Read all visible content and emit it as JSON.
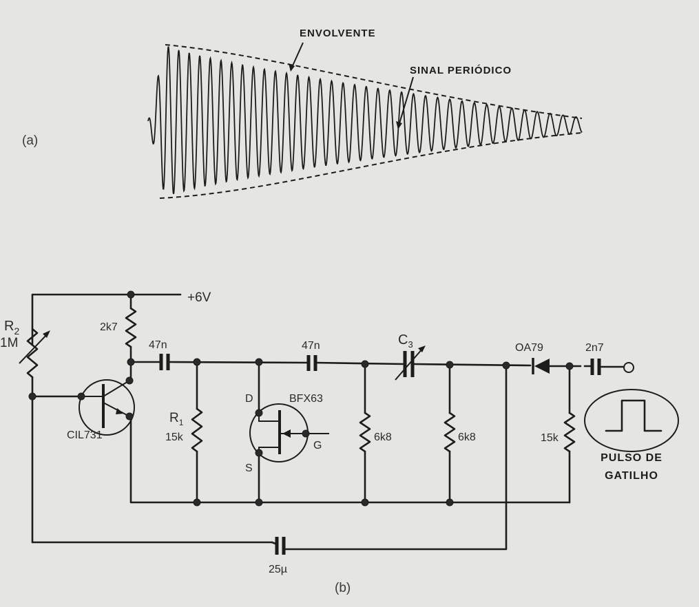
{
  "figure_a": {
    "label": "(a)",
    "envelope_label": "ENVOLVENTE",
    "signal_label": "SINAL PERIÓDICO"
  },
  "figure_b": {
    "label": "(b)",
    "supply": "+6V",
    "r2": {
      "name": "R",
      "sub": "2",
      "value": "1M"
    },
    "r_collector": "2k7",
    "c1": "47n",
    "c2": "47n",
    "c3": {
      "name": "C",
      "sub": "3"
    },
    "transistor": "CIL731",
    "r1": {
      "name": "R",
      "sub": "1",
      "value": "15k"
    },
    "fet": {
      "name": "BFX63",
      "drain": "D",
      "source": "S",
      "gate": "G"
    },
    "r3": "6k8",
    "r4": "6k8",
    "diode": "OA79",
    "c_out": "2n7",
    "r5": "15k",
    "c_feedback": "25µ",
    "pulse_label_1": "PULSO DE",
    "pulse_label_2": "GATILHO"
  }
}
